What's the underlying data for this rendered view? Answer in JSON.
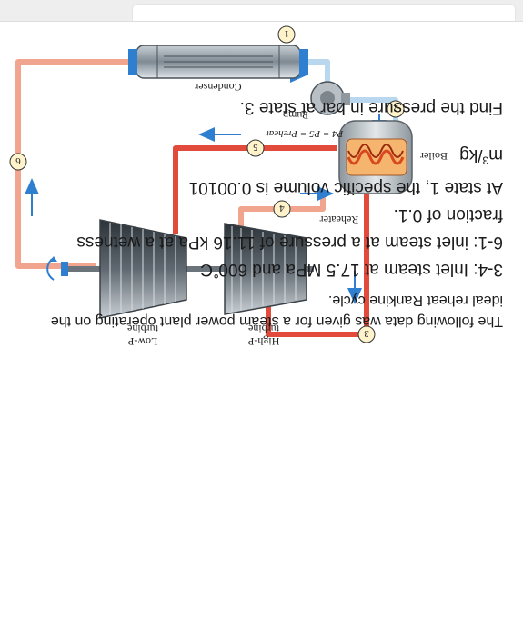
{
  "diagram": {
    "labels": {
      "hp_turbine": [
        "High-P",
        "turbine"
      ],
      "lp_turbine": [
        "Low-P",
        "turbine"
      ],
      "reheater": "Reheater",
      "boiler": "Boiler",
      "pump": "Pump",
      "condenser": "Condenser",
      "pressure_relation": "P4 = P5 = Preheat"
    },
    "states": [
      "1",
      "2",
      "3",
      "4",
      "5",
      "6"
    ],
    "colors": {
      "hot_pipe": "#e24a3c",
      "warm_pipe": "#f2a58e",
      "cool_pipe": "#b9d8ef",
      "flow_arrow": "#2f7fd0",
      "state_circle_fill": "#fff3cc"
    }
  },
  "question": {
    "intro": "The following data was given for a steam power plant operating on the ideal reheat Rankine cycle.",
    "state34": "3-4: Inlet steam at 17.5 MPa and 600˚C",
    "state61": "6-1: inlet steam at a pressure of 11.16 kPa at a wetness fraction of 0.1.",
    "state1": "At state 1, the specific volume is 0.00101",
    "state1_unit_base": "m",
    "state1_unit_exp": "3",
    "state1_unit_tail": "/kg",
    "ask": "Find the pressure in bar at state 3."
  }
}
